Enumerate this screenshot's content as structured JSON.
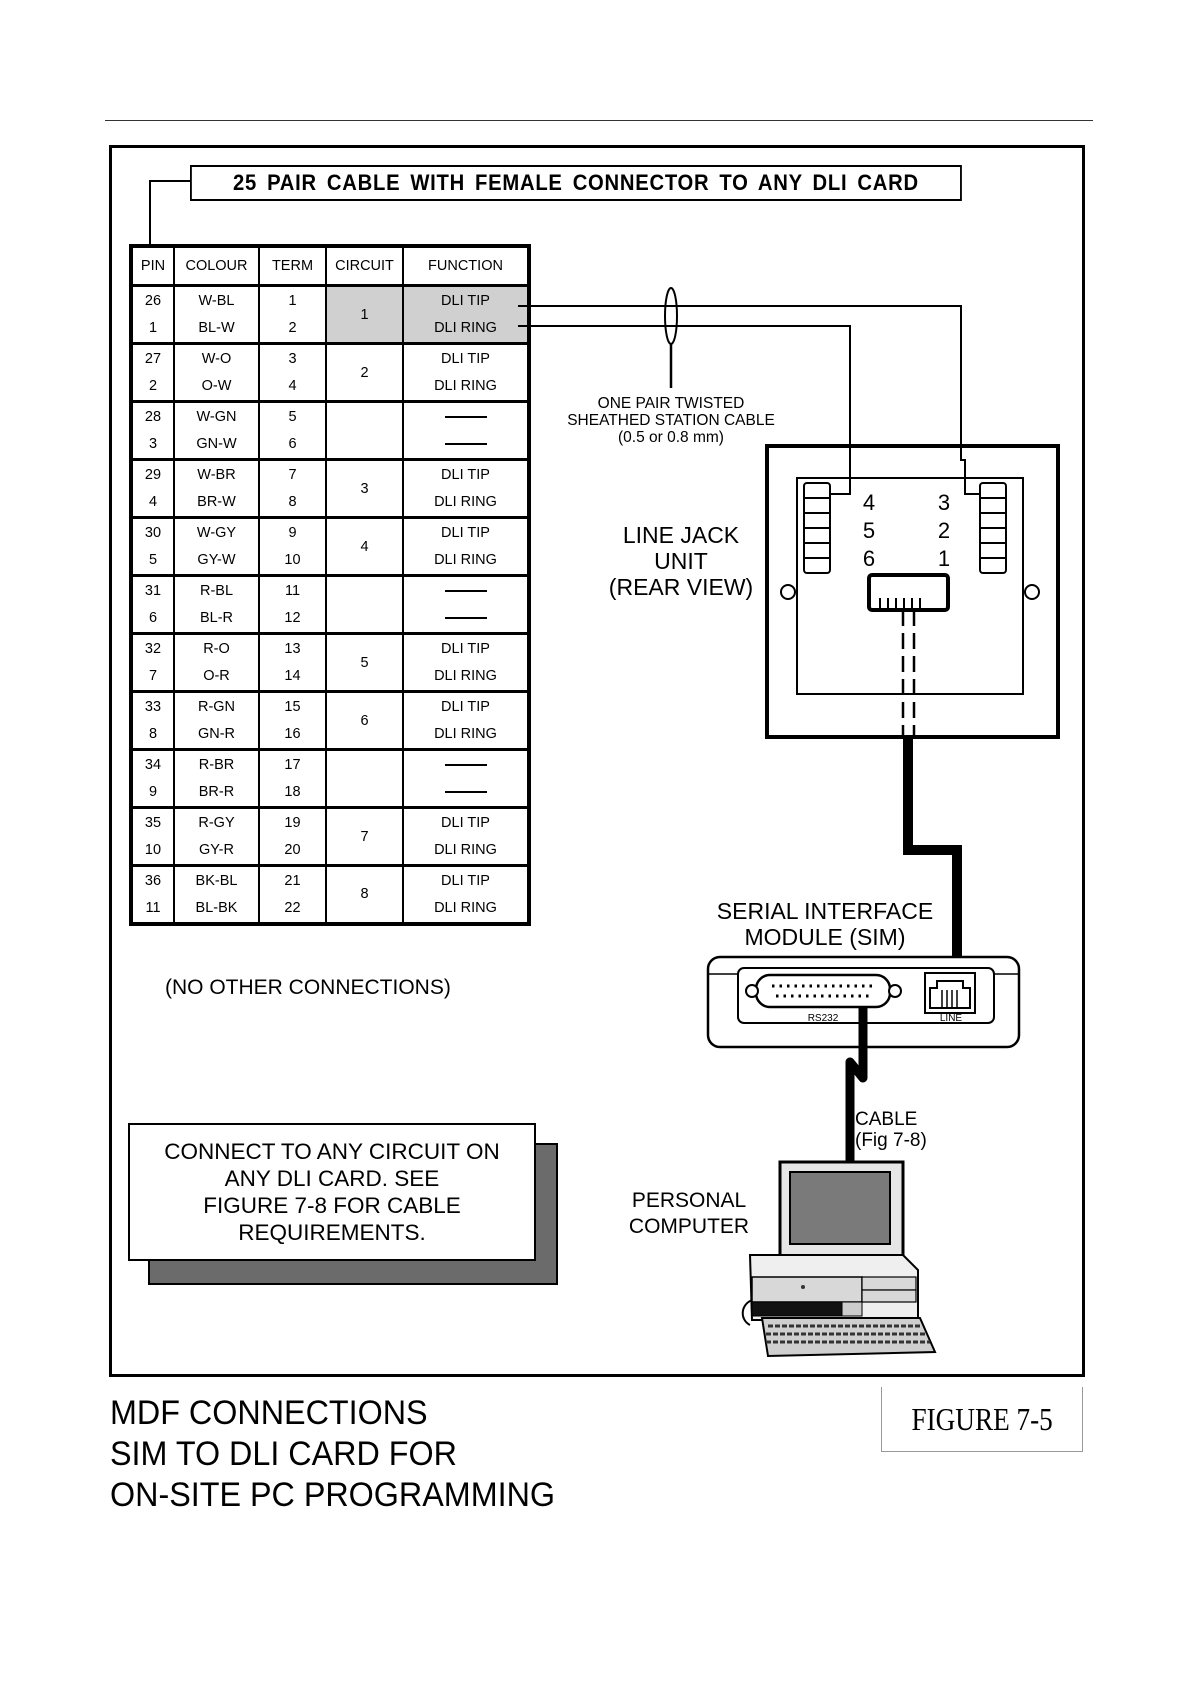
{
  "header": {
    "cable_title": "25 PAIR CABLE WITH FEMALE CONNECTOR TO ANY DLI CARD"
  },
  "table": {
    "columns": [
      "PIN",
      "COLOUR",
      "TERM",
      "CIRCUIT",
      "FUNCTION"
    ],
    "groups": [
      {
        "circuit": "1",
        "highlighted": true,
        "rows": [
          {
            "pin": "26",
            "colour": "W-BL",
            "term": "1",
            "function": "DLI TIP"
          },
          {
            "pin": "1",
            "colour": "BL-W",
            "term": "2",
            "function": "DLI RING"
          }
        ]
      },
      {
        "circuit": "2",
        "highlighted": false,
        "rows": [
          {
            "pin": "27",
            "colour": "W-O",
            "term": "3",
            "function": "DLI TIP"
          },
          {
            "pin": "2",
            "colour": "O-W",
            "term": "4",
            "function": "DLI RING"
          }
        ]
      },
      {
        "circuit": "",
        "highlighted": false,
        "rows": [
          {
            "pin": "28",
            "colour": "W-GN",
            "term": "5",
            "function": "—"
          },
          {
            "pin": "3",
            "colour": "GN-W",
            "term": "6",
            "function": "—"
          }
        ]
      },
      {
        "circuit": "3",
        "highlighted": false,
        "rows": [
          {
            "pin": "29",
            "colour": "W-BR",
            "term": "7",
            "function": "DLI TIP"
          },
          {
            "pin": "4",
            "colour": "BR-W",
            "term": "8",
            "function": "DLI RING"
          }
        ]
      },
      {
        "circuit": "4",
        "highlighted": false,
        "rows": [
          {
            "pin": "30",
            "colour": "W-GY",
            "term": "9",
            "function": "DLI TIP"
          },
          {
            "pin": "5",
            "colour": "GY-W",
            "term": "10",
            "function": "DLI RING"
          }
        ]
      },
      {
        "circuit": "",
        "highlighted": false,
        "rows": [
          {
            "pin": "31",
            "colour": "R-BL",
            "term": "11",
            "function": "—"
          },
          {
            "pin": "6",
            "colour": "BL-R",
            "term": "12",
            "function": "—"
          }
        ]
      },
      {
        "circuit": "5",
        "highlighted": false,
        "rows": [
          {
            "pin": "32",
            "colour": "R-O",
            "term": "13",
            "function": "DLI TIP"
          },
          {
            "pin": "7",
            "colour": "O-R",
            "term": "14",
            "function": "DLI RING"
          }
        ]
      },
      {
        "circuit": "6",
        "highlighted": false,
        "rows": [
          {
            "pin": "33",
            "colour": "R-GN",
            "term": "15",
            "function": "DLI TIP"
          },
          {
            "pin": "8",
            "colour": "GN-R",
            "term": "16",
            "function": "DLI RING"
          }
        ]
      },
      {
        "circuit": "",
        "highlighted": false,
        "rows": [
          {
            "pin": "34",
            "colour": "R-BR",
            "term": "17",
            "function": "—"
          },
          {
            "pin": "9",
            "colour": "BR-R",
            "term": "18",
            "function": "—"
          }
        ]
      },
      {
        "circuit": "7",
        "highlighted": false,
        "rows": [
          {
            "pin": "35",
            "colour": "R-GY",
            "term": "19",
            "function": "DLI TIP"
          },
          {
            "pin": "10",
            "colour": "GY-R",
            "term": "20",
            "function": "DLI RING"
          }
        ]
      },
      {
        "circuit": "8",
        "highlighted": false,
        "rows": [
          {
            "pin": "36",
            "colour": "BK-BL",
            "term": "21",
            "function": "DLI TIP"
          },
          {
            "pin": "11",
            "colour": "BL-BK",
            "term": "22",
            "function": "DLI RING"
          }
        ]
      }
    ],
    "footnote": "(NO OTHER CONNECTIONS)"
  },
  "labels": {
    "twisted_pair": [
      "ONE PAIR TWISTED",
      "SHEATHED STATION CABLE",
      "(0.5 or 0.8 mm)"
    ],
    "line_jack": [
      "LINE JACK",
      "UNIT",
      "(REAR VIEW)"
    ],
    "jack_terminals_left": [
      "4",
      "5",
      "6"
    ],
    "jack_terminals_right": [
      "3",
      "2",
      "1"
    ],
    "sim": [
      "SERIAL INTERFACE",
      "MODULE (SIM)"
    ],
    "sim_port_rs232": "RS232",
    "sim_port_line": "LINE",
    "cable": [
      "CABLE",
      "(Fig 7-8)"
    ],
    "pc": [
      "PERSONAL",
      "COMPUTER"
    ]
  },
  "note": {
    "lines": [
      "CONNECT TO ANY CIRCUIT ON",
      "ANY DLI CARD. SEE",
      "FIGURE 7-8 FOR CABLE",
      "REQUIREMENTS."
    ]
  },
  "footer": {
    "title_lines": [
      "MDF CONNECTIONS",
      "SIM TO DLI CARD FOR",
      "ON-SITE PC PROGRAMMING"
    ],
    "figure_label": "FIGURE 7-5"
  },
  "colors": {
    "highlight": "#d0d0d0",
    "shadow": "#6b6b6b",
    "screen": "#7a7a7a"
  }
}
